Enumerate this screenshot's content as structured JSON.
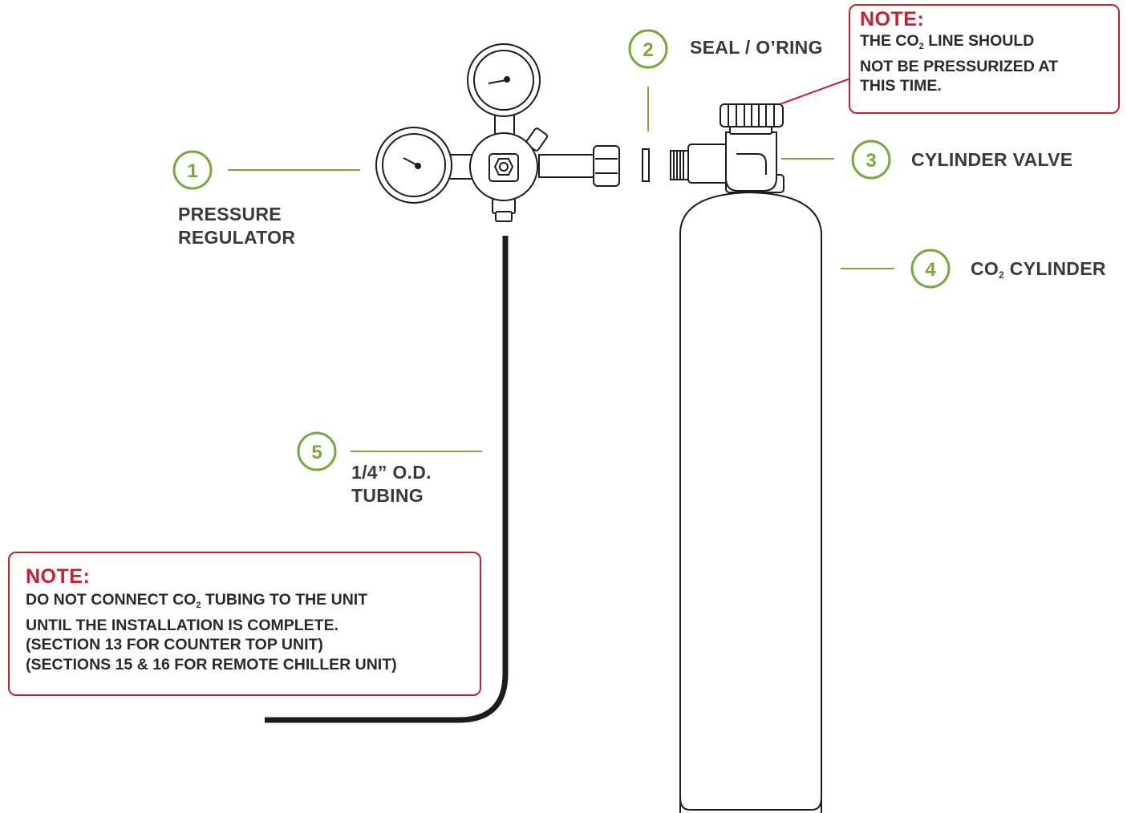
{
  "callouts": [
    {
      "number": "1",
      "label_line1": "PRESSURE",
      "label_line2": "REGULATOR"
    },
    {
      "number": "2",
      "label": "SEAL / O’RING"
    },
    {
      "number": "3",
      "label": "CYLINDER VALVE"
    },
    {
      "number": "4",
      "label_prefix": "CO",
      "label_sub": "2",
      "label_suffix": " CYLINDER"
    },
    {
      "number": "5",
      "label_line1": "1/4” O.D.",
      "label_line2": "TUBING"
    }
  ],
  "note_top": {
    "title": "NOTE:",
    "line1_prefix": "THE CO",
    "line1_sub": "2",
    "line1_suffix": " LINE SHOULD",
    "line2": "NOT BE PRESSURIZED AT",
    "line3": "THIS TIME."
  },
  "note_bottom": {
    "title": "NOTE:",
    "line1_prefix": "DO NOT CONNECT CO",
    "line1_sub": "2",
    "line1_suffix": " TUBING TO THE UNIT",
    "line2": "UNTIL THE INSTALLATION IS COMPLETE.",
    "line3": "(SECTION 13 FOR COUNTER TOP UNIT)",
    "line4": "(SECTIONS 15 & 16 FOR REMOTE CHILLER UNIT)"
  },
  "colors": {
    "accent_green": "#7aa83f",
    "note_red": "#c8202f",
    "line_dark": "#1c1c1c",
    "text": "#3a3a3a"
  }
}
